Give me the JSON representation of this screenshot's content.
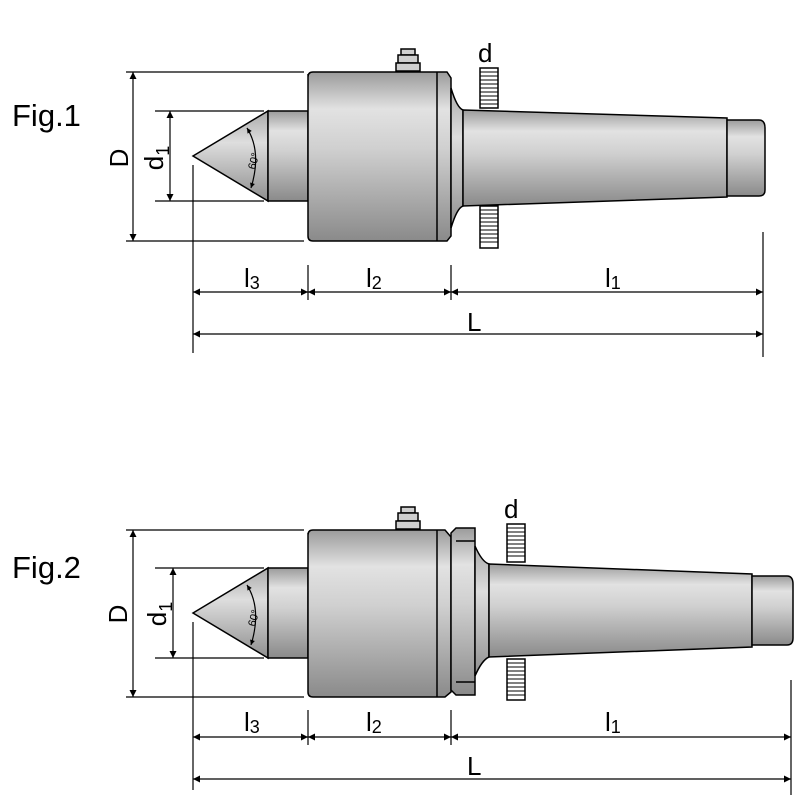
{
  "figures": [
    {
      "label": "Fig.1",
      "dims": {
        "D": "D",
        "d1_base": "d",
        "d1_sub": "1",
        "d": "d",
        "l3_base": "l",
        "l3_sub": "3",
        "l2_base": "l",
        "l2_sub": "2",
        "l1_base": "l",
        "l1_sub": "1",
        "L": "L"
      },
      "angle": "60°"
    },
    {
      "label": "Fig.2",
      "dims": {
        "D": "D",
        "d1_base": "d",
        "d1_sub": "1",
        "d": "d",
        "l3_base": "l",
        "l3_sub": "3",
        "l2_base": "l",
        "l2_sub": "2",
        "l1_base": "l",
        "l1_sub": "1",
        "L": "L"
      },
      "angle": "60°"
    }
  ]
}
